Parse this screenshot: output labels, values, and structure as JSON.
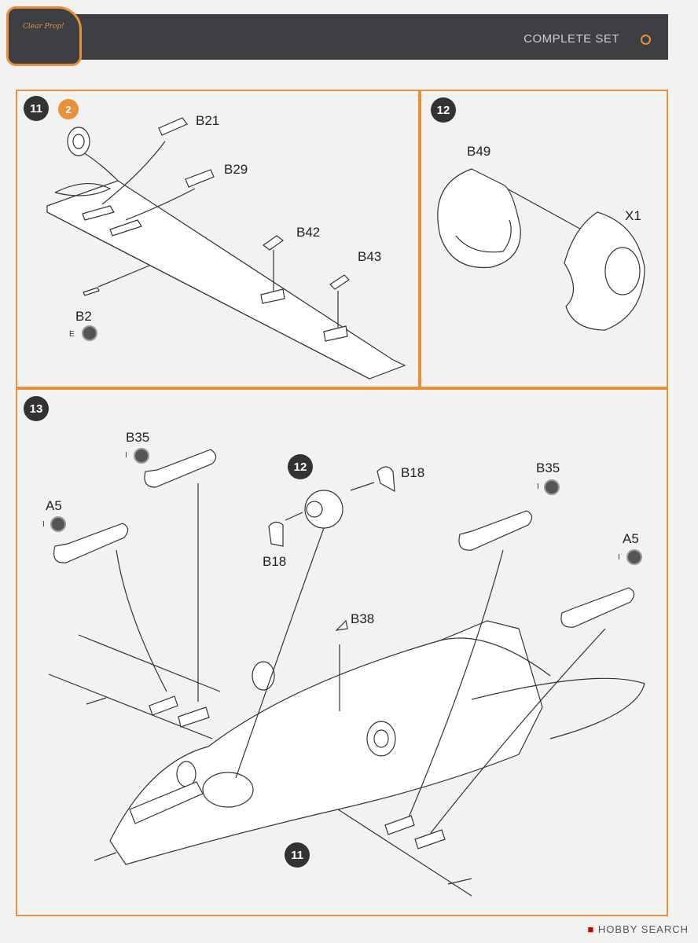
{
  "header": {
    "logo_text": "Clear Prop!",
    "section_title": "COMPLETE SET"
  },
  "steps": {
    "step11": {
      "number": "11",
      "badge": "2",
      "parts": [
        "B21",
        "B29",
        "B42",
        "B43",
        "B2"
      ],
      "b2_paint": "E"
    },
    "step12": {
      "number": "12",
      "parts": [
        "B49",
        "X1"
      ]
    },
    "step13": {
      "number": "13",
      "ref_12": "12",
      "ref_11": "11",
      "parts": {
        "b35_left": "B35",
        "b35_right": "B35",
        "a5_left": "A5",
        "a5_right": "A5",
        "b18_top": "B18",
        "b18_left": "B18",
        "b38": "B38"
      },
      "paint_code": "I"
    }
  },
  "colors": {
    "accent": "#e8903a",
    "header_bg": "#3d3f42"
  },
  "watermark": {
    "brand": "HOBBY SEARCH"
  }
}
